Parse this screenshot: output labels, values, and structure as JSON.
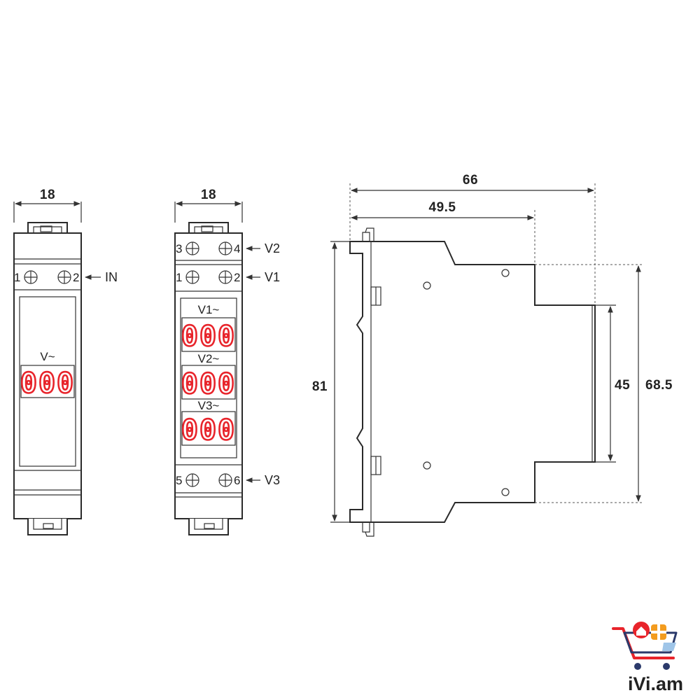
{
  "colors": {
    "line": "#2a2a2a",
    "digits": "#e8242b",
    "logo_blue": "#2b3a6b",
    "logo_red": "#e8242b",
    "logo_orange": "#f39c1f"
  },
  "device_left": {
    "width_dim": "18",
    "terminal_left": "1",
    "terminal_right": "2",
    "terminal_arrow_label": "IN",
    "display_label": "V~",
    "display_digits": "000"
  },
  "device_middle": {
    "width_dim": "18",
    "top_terminals": {
      "left": "3",
      "right": "4",
      "label": "V2"
    },
    "second_terminals": {
      "left": "1",
      "right": "2",
      "label": "V1"
    },
    "bottom_terminals": {
      "left": "5",
      "right": "6",
      "label": "V3"
    },
    "displays": [
      {
        "label": "V1~",
        "digits": "000"
      },
      {
        "label": "V2~",
        "digits": "000"
      },
      {
        "label": "V3~",
        "digits": "000"
      }
    ]
  },
  "side_view": {
    "dim_overall_depth": "66",
    "dim_front_depth": "49.5",
    "dim_height": "81",
    "dim_front_height": "45",
    "dim_shoulder_height": "68.5"
  },
  "watermark": {
    "text": "iVi.am",
    "icon": "shopping-cart-icon"
  }
}
